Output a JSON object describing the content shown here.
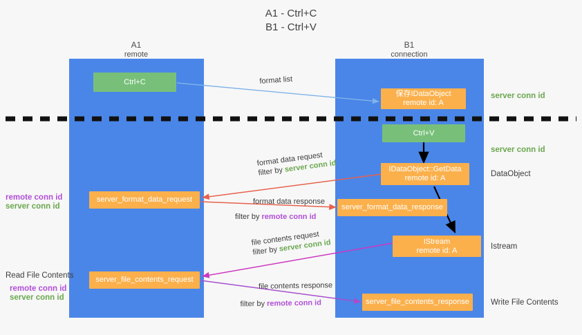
{
  "title": {
    "line1": "A1 - Ctrl+C",
    "line2": "B1 - Ctrl+V"
  },
  "columns": [
    {
      "name": "A1",
      "sub": "remote"
    },
    {
      "name": "B1",
      "sub": "connection"
    }
  ],
  "nodes": [
    {
      "id": "ctrl-c",
      "line1": "Ctrl+C",
      "line2": "",
      "color": "#78c07a"
    },
    {
      "id": "save-idataobject",
      "line1": "保存IDataObject",
      "line2": "remote id: A",
      "color": "#fbb04c"
    },
    {
      "id": "ctrl-v",
      "line1": "Ctrl+V",
      "line2": "",
      "color": "#78c07a"
    },
    {
      "id": "idataobject-getdata",
      "line1": "IDataObject::GetData",
      "line2": "remote id: A",
      "color": "#fbb04c"
    },
    {
      "id": "server-format-data-request",
      "line1": "server_format_data_request",
      "line2": "",
      "color": "#fbb04c"
    },
    {
      "id": "server-format-data-response",
      "line1": "server_format_data_response",
      "line2": "",
      "color": "#fbb04c"
    },
    {
      "id": "istream",
      "line1": "IStream",
      "line2": "remote id: A",
      "color": "#fbb04c"
    },
    {
      "id": "server-file-contents-request",
      "line1": "server_file_contents_request",
      "line2": "",
      "color": "#fbb04c"
    },
    {
      "id": "server-file-contents-response",
      "line1": "server_file_contents_response",
      "line2": "",
      "color": "#fbb04c"
    }
  ],
  "right_labels": [
    {
      "id": "server-conn-id-1",
      "text": "server conn id",
      "style": "green"
    },
    {
      "id": "server-conn-id-2",
      "text": "server conn id",
      "style": "green"
    },
    {
      "id": "dataobject",
      "text": "DataObject",
      "style": "dark"
    },
    {
      "id": "istream-label",
      "text": "Istream",
      "style": "dark"
    },
    {
      "id": "write-file-contents",
      "text": "Write File Contents",
      "style": "dark"
    }
  ],
  "left_labels": [
    {
      "id": "remote-conn-id-1",
      "text": "remote conn id",
      "style": "purple"
    },
    {
      "id": "server-conn-id-left-1",
      "text": "server conn id",
      "style": "green"
    },
    {
      "id": "read-file-contents",
      "text": "Read File Contents",
      "style": "dark"
    },
    {
      "id": "remote-conn-id-2",
      "text": "remote conn id",
      "style": "purple"
    },
    {
      "id": "server-conn-id-left-2",
      "text": "server conn id",
      "style": "green"
    }
  ],
  "edge_labels": [
    {
      "id": "format-list",
      "text": "format list",
      "filter_prefix": "",
      "filter_value": "",
      "filter_style": ""
    },
    {
      "id": "format-data-request",
      "text": "format data request",
      "filter_prefix": "filter by ",
      "filter_value": "server conn id",
      "filter_style": "green"
    },
    {
      "id": "format-data-response",
      "text": "format data response",
      "filter_prefix": "filter by ",
      "filter_value": "remote conn id",
      "filter_style": "purple"
    },
    {
      "id": "file-contents-request",
      "text": "file contents request",
      "filter_prefix": "filter by ",
      "filter_value": "server conn id",
      "filter_style": "green"
    },
    {
      "id": "file-contents-response",
      "text": "file contents response",
      "filter_prefix": "filter by ",
      "filter_value": "remote conn id",
      "filter_style": "purple"
    }
  ],
  "colors": {
    "lane": "#4a86e8",
    "green_node": "#78c07a",
    "orange_node": "#fbb04c",
    "green_text": "#6aa84f",
    "purple_text": "#b14fd8",
    "red_arrow": "#e8614d",
    "magenta_arrow": "#cc38c0",
    "blue_arrow": "#7fb2e8",
    "black_arrow": "#000000",
    "background": "#f7f7f7"
  }
}
